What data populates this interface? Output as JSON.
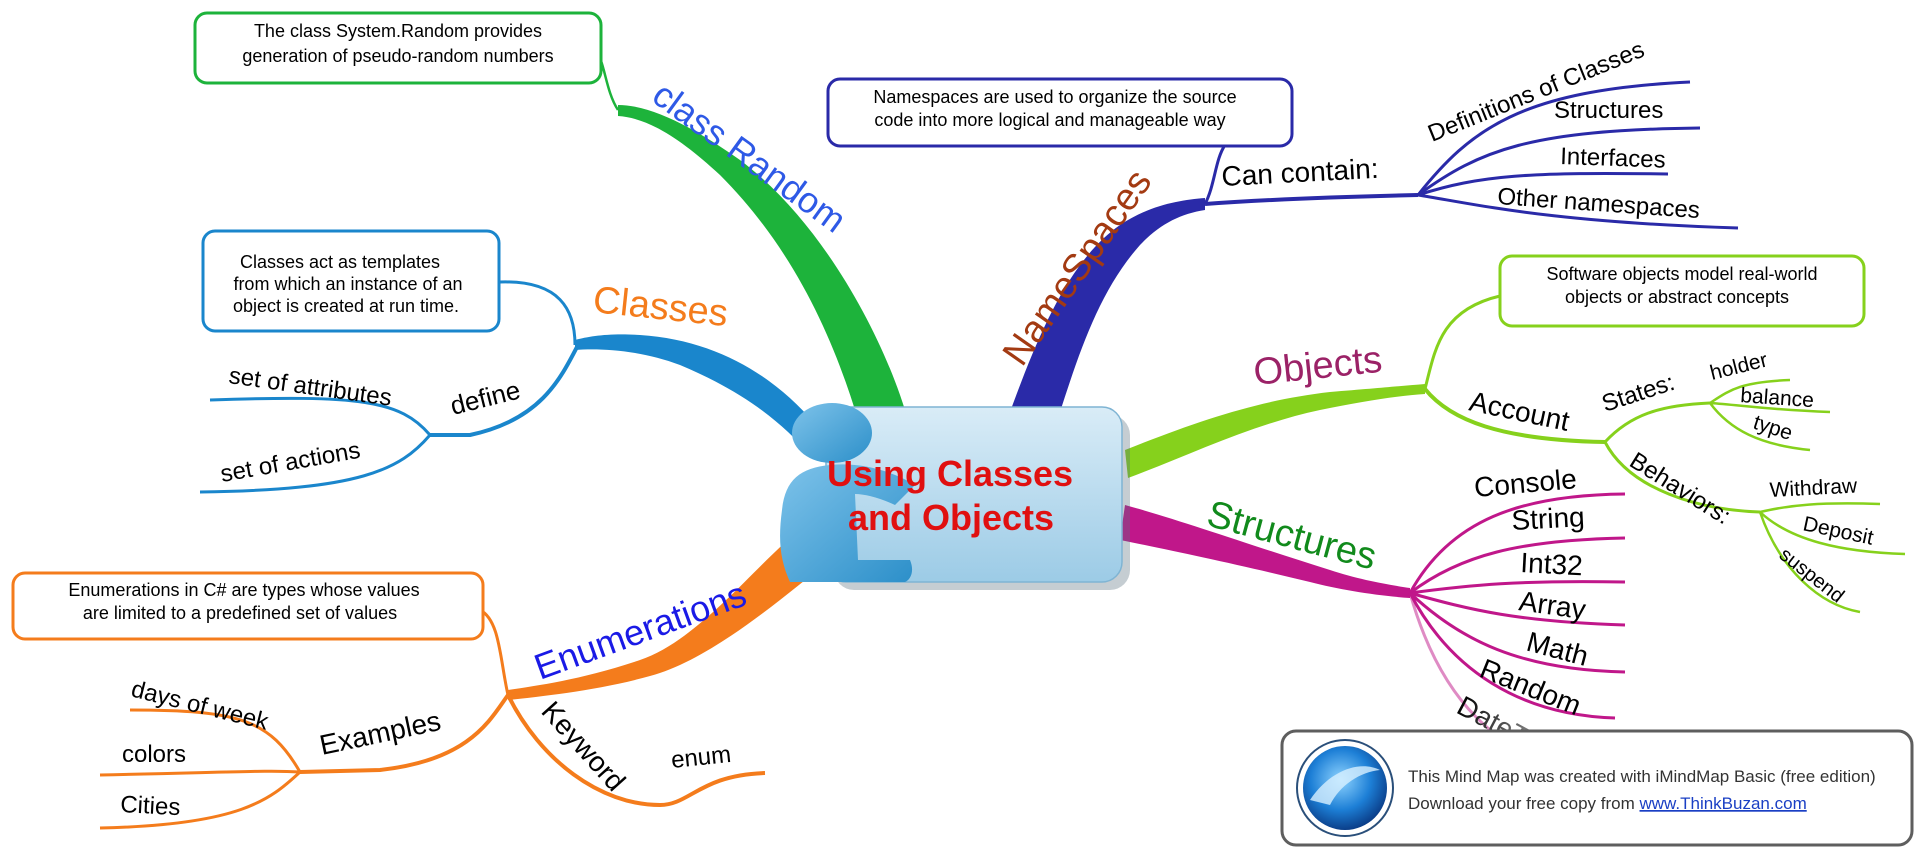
{
  "central": {
    "title_line1": "Using Classes",
    "title_line2": "and Objects"
  },
  "branches": {
    "class_random": {
      "label": "class Random",
      "note_line1": "The class System.Random provides",
      "note_line2": "generation of pseudo-random numbers",
      "color": "#1db33b"
    },
    "classes": {
      "label": "Classes",
      "note_line1": "Classes act as templates",
      "note_line2": "from which an instance of an",
      "note_line3": "object is created at run time.",
      "define": "define",
      "items": [
        "set of attributes",
        "set of actions"
      ],
      "color": "#1a86cc"
    },
    "enumerations": {
      "label": "Enumerations",
      "note_line1": "Enumerations in C# are types whose values",
      "note_line2": "are limited to a predefined set of values",
      "examples": "Examples",
      "example_items": [
        "days of week",
        "colors",
        "Cities"
      ],
      "keyword": "Keyword",
      "keyword_value": "enum",
      "color": "#f47c1c"
    },
    "namespaces": {
      "label": "NameSpaces",
      "note_line1": "Namespaces are used to organize the source",
      "note_line2": "code into more logical and manageable way",
      "can_contain": "Can contain:",
      "items": [
        "Definitions of Classes",
        "Structures",
        "Interfaces",
        "Other namespaces"
      ],
      "color": "#2a2aa8"
    },
    "objects": {
      "label": "Objects",
      "note_line1": "Software objects model real-world",
      "note_line2": "objects or abstract concepts",
      "account": "Account",
      "states": "States:",
      "state_items": [
        "holder",
        "balance",
        "type"
      ],
      "behaviors": "Behaviors:",
      "behavior_items": [
        "Withdraw",
        "Deposit",
        "suspend"
      ],
      "color": "#86d11c"
    },
    "structures": {
      "label": "Structures",
      "items": [
        "Console",
        "String",
        "Int32",
        "Array",
        "Math",
        "Random",
        "DateTime"
      ],
      "color": "#c0178a"
    }
  },
  "ad": {
    "line1": "This Mind Map was created with iMindMap Basic (free edition)",
    "line2_prefix": "Download your free copy from ",
    "link": "www.ThinkBuzan.com"
  }
}
